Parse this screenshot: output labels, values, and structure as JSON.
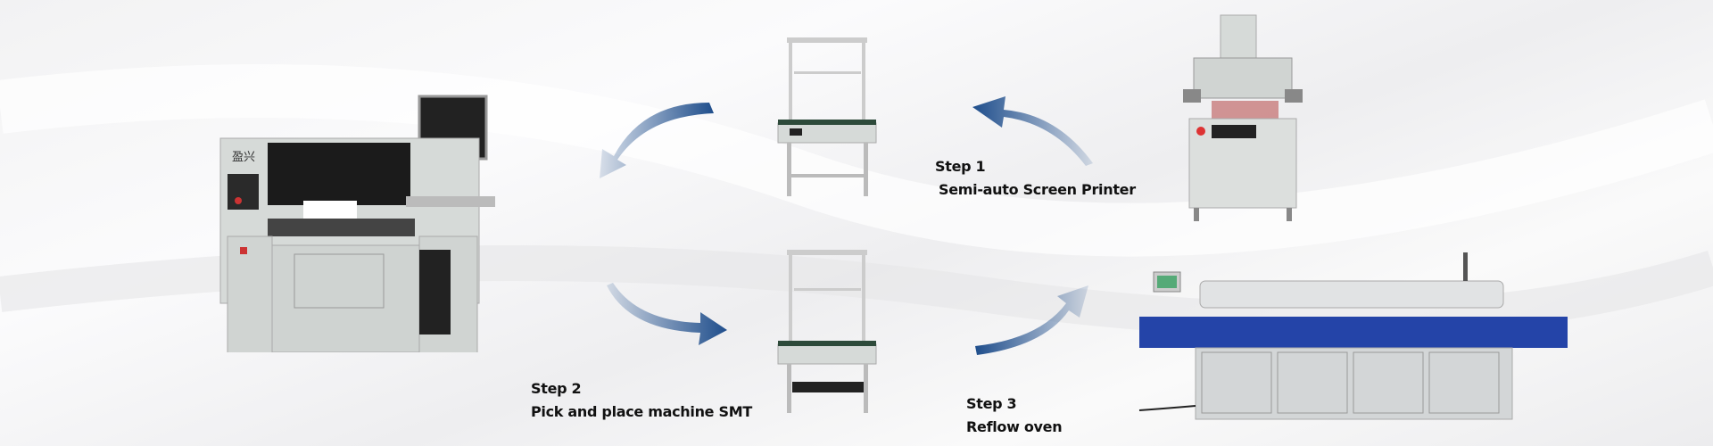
{
  "steps": [
    {
      "title": "Step 1",
      "name": "Semi-auto Screen Printer"
    },
    {
      "title": "Step 2",
      "name": "Pick and place machine SMT"
    },
    {
      "title": "Step 3",
      "name": "Reflow oven"
    }
  ],
  "machine_logo_text": "盈兴",
  "colors": {
    "arrow": "#1f4e8c",
    "machine_body": "#d9ddd9",
    "oven_blue": "#2444a8"
  }
}
